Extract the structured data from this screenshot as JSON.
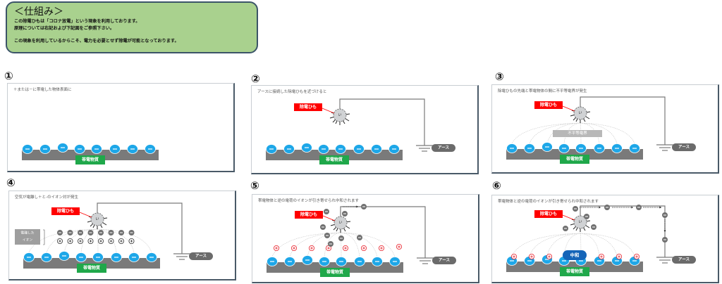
{
  "intro": {
    "title": "＜仕組み＞",
    "lines": [
      "この除電ひもは「コロナ放電」という現象を利用しております。",
      "原理については右記および下記図をご参照下さい。",
      "この現象を利用しているからこそ、電力を必要とせず除電が可能となっております。"
    ],
    "bg_color": "#a9d18e",
    "border_color": "#3b5468"
  },
  "labels": {
    "charged_material": "帯電物質",
    "static_string": "除電ひも",
    "earth": "アース",
    "uneven_field": "不平等電界",
    "ionized": "電離した\nイオン",
    "ionized_line1": "電離した",
    "ionized_line2": "イオン",
    "neutralize": "中和",
    "minus": "−",
    "plus": "+"
  },
  "colors": {
    "negative_charge": "#1ea7e8",
    "positive_charge": "#e8202a",
    "material_bar": "#7a7a7a",
    "material_label_bg": "#1fa84a",
    "string_label_bg": "#ff0000",
    "air_ion": "#707070",
    "earth_badge": "#6b6b6b",
    "neutralize_badge": "#1565b8",
    "field_label_bg": "#b8b8b8"
  },
  "panels": [
    {
      "number": "①",
      "caption": "＋または－に帯電した物体表面に",
      "stage": 1
    },
    {
      "number": "②",
      "caption": "アースに接続した除電ひもを近づけると",
      "stage": 2
    },
    {
      "number": "③",
      "caption": "除電ひもの先端と帯電物体の間に不平等電界が発生",
      "stage": 3
    },
    {
      "number": "④",
      "caption": "空気が電離し＋と-のイオン対が発生",
      "stage": 4
    },
    {
      "number": "⑤",
      "caption": "帯電物体と逆の電荷のイオンが引き寄せられ中和されます",
      "stage": 5
    },
    {
      "number": "⑥",
      "caption": "帯電物体と逆の電荷のイオンが引き寄せられ中和されます",
      "stage": 6
    }
  ]
}
